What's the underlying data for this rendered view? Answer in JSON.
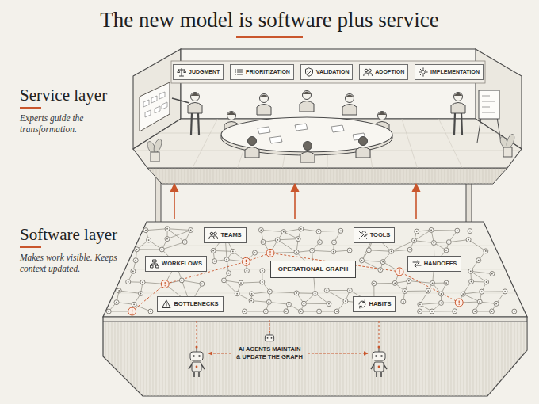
{
  "diagram": {
    "title": "The new model is software plus service",
    "nodes": [
      {
        "text": [
          "Service layer",
          "Experts guide the transformation."
        ]
      },
      {
        "text": [
          "JUDGMENT"
        ],
        "in": 0
      },
      {
        "text": [
          "PRIORITIZATION"
        ],
        "in": 0
      },
      {
        "text": [
          "VALIDATION"
        ],
        "in": 0
      },
      {
        "text": [
          "ADOPTION"
        ],
        "in": 0
      },
      {
        "text": [
          "IMPLEMENTATION"
        ],
        "in": 0
      },
      {
        "text": [
          "Software layer",
          "Makes work visible. Keeps context updated."
        ]
      },
      {
        "text": [
          "TEAMS"
        ],
        "in": 6
      },
      {
        "text": [
          "TOOLS"
        ],
        "in": 6
      },
      {
        "text": [
          "WORKFLOWS"
        ],
        "in": 6
      },
      {
        "text": [
          "OPERATIONAL GRAPH"
        ],
        "in": 6
      },
      {
        "text": [
          "HANDOFFS"
        ],
        "in": 6
      },
      {
        "text": [
          "BOTTLENECKS"
        ],
        "in": 6
      },
      {
        "text": [
          "HABITS"
        ],
        "in": 6
      }
    ],
    "edges": [
      {
        "from": 6,
        "to": 0,
        "arrow": "to"
      },
      {
        "from": 6,
        "to": 0,
        "arrow": "to"
      },
      {
        "from": 6,
        "to": 0,
        "arrow": "to"
      }
    ],
    "labels": [
      "AI AGENTS MAINTAIN & UPDATE THE GRAPH"
    ]
  }
}
